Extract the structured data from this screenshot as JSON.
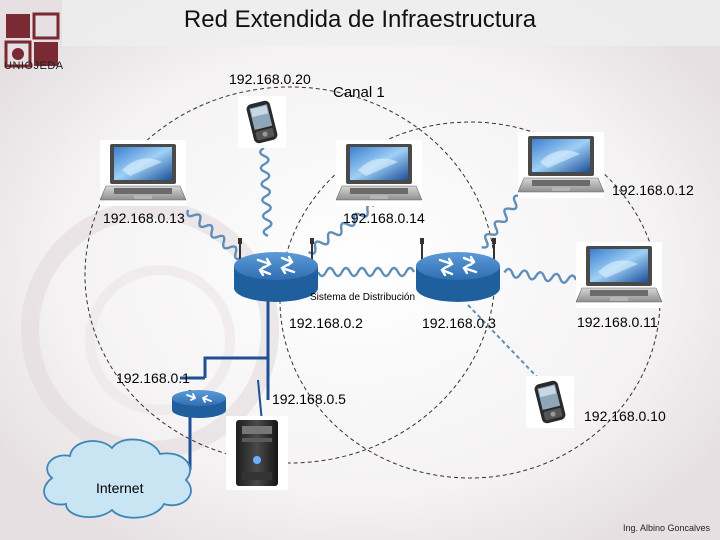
{
  "slide": {
    "title": "Red Extendida de Infraestructura",
    "logo_text": "UNIOJEDA",
    "credit": "Ing. Albino Goncalves"
  },
  "diagram": {
    "channel_label": "Canal 1",
    "distribution_label": "Sistema de Distribución",
    "internet_label": "Internet",
    "ip_labels": {
      "pda_top": "192.168.0.20",
      "laptop_left": "192.168.0.13",
      "laptop_center": "192.168.0.14",
      "laptop_top_right": "192.168.0.12",
      "laptop_right": "192.168.0.11",
      "ap_left": "192.168.0.2",
      "ap_right": "192.168.0.3",
      "router": "192.168.0.1",
      "server": "192.168.0.5",
      "pda_bottom": "192.168.0.10"
    }
  },
  "colors": {
    "router_blue": "#2f6fb2",
    "cable_blue": "#1f4f96",
    "wireless": "#5f8fb8",
    "logo_maroon": "#7a2a33"
  }
}
